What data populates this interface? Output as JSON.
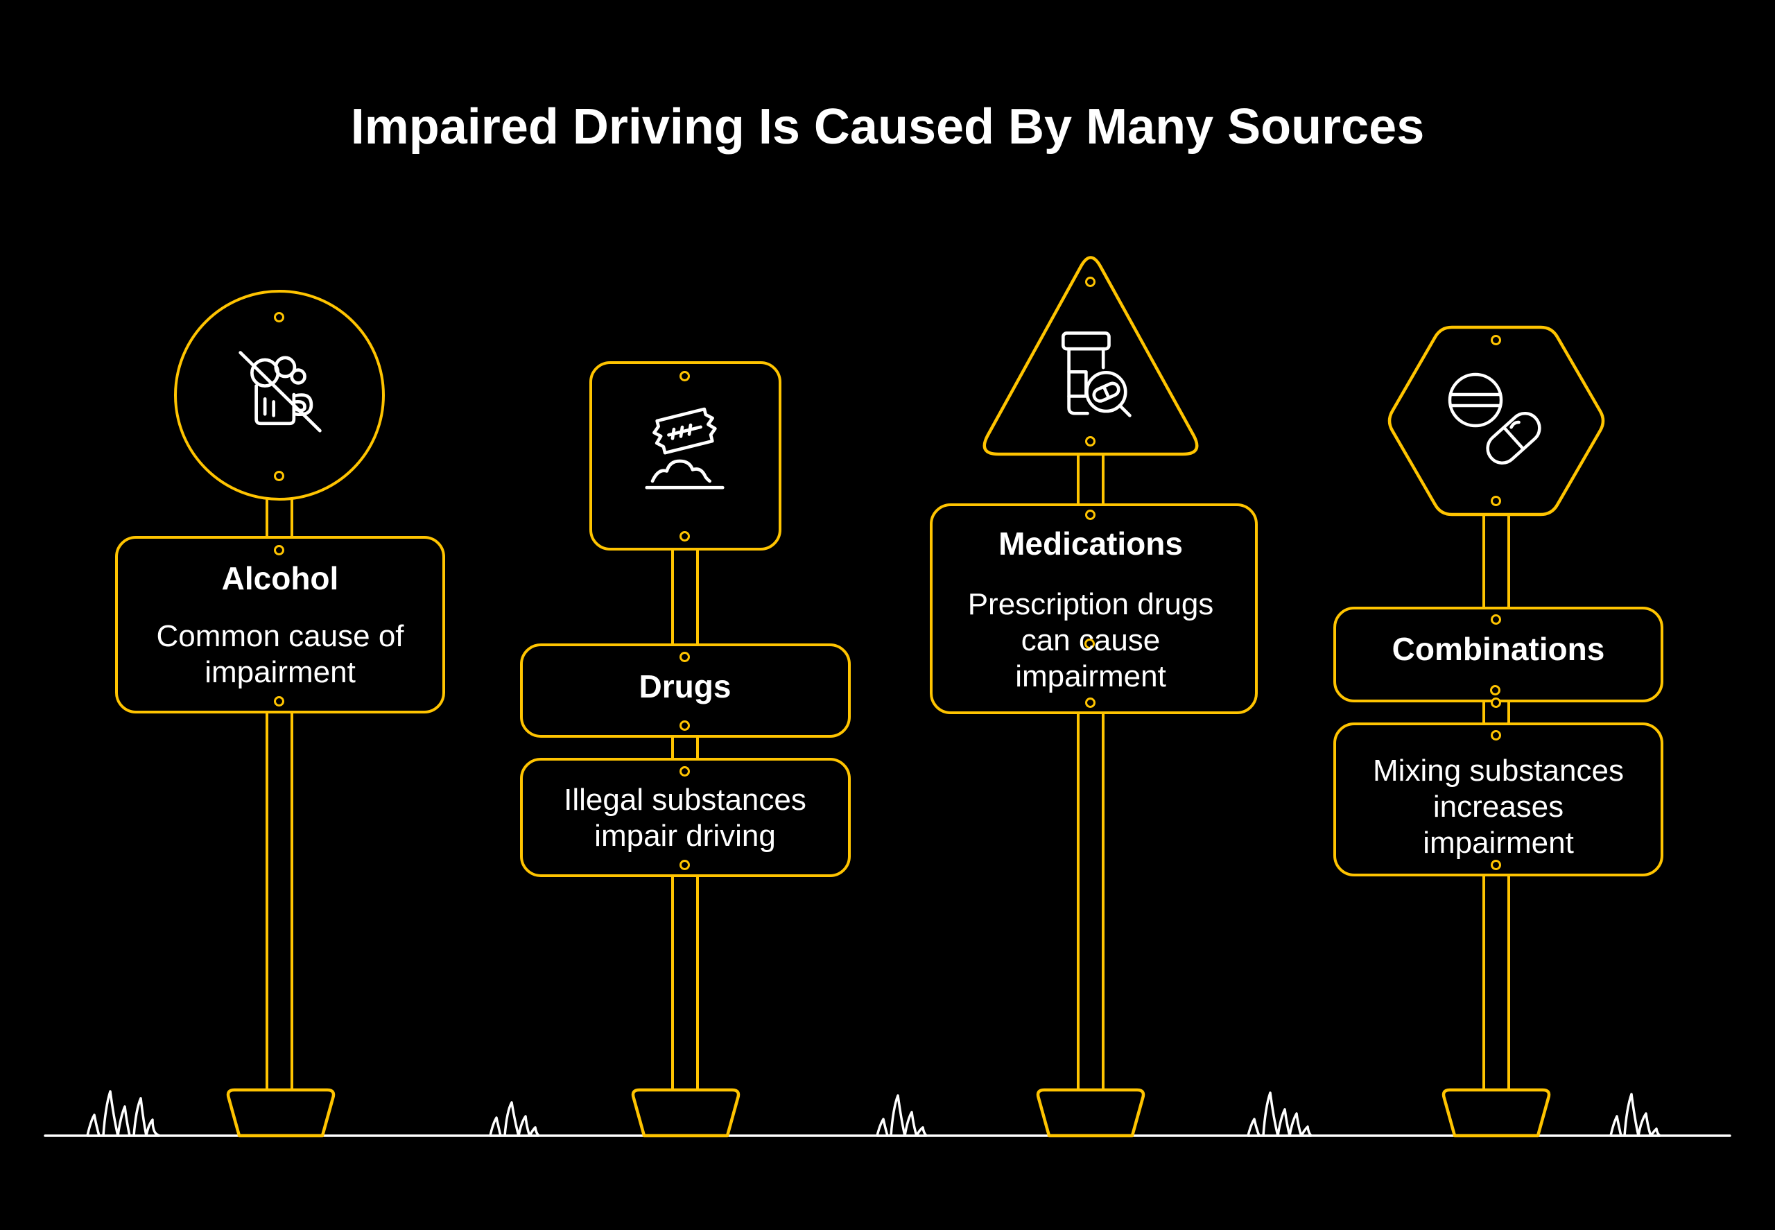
{
  "title": "Impaired Driving Is Caused By Many Sources",
  "colors": {
    "accent": "#FFC400",
    "ink": "#FFFFFF",
    "background": "#000000"
  },
  "signs": [
    {
      "id": "alcohol",
      "shape": "circle",
      "icon": "no-alcohol-icon",
      "title": "Alcohol",
      "body": [
        "Common cause of",
        "impairment"
      ]
    },
    {
      "id": "drugs",
      "shape": "square",
      "icon": "razor-blade-icon",
      "title": "Drugs",
      "body": [
        "Illegal substances",
        "impair driving"
      ]
    },
    {
      "id": "medications",
      "shape": "triangle",
      "icon": "pill-bottle-icon",
      "title": "Medications",
      "body": [
        "Prescription drugs",
        "can cause",
        "impairment"
      ]
    },
    {
      "id": "combinations",
      "shape": "hexagon",
      "icon": "tablet-capsule-icon",
      "title": "Combinations",
      "body": [
        "Mixing substances",
        "increases",
        "impairment"
      ]
    }
  ]
}
